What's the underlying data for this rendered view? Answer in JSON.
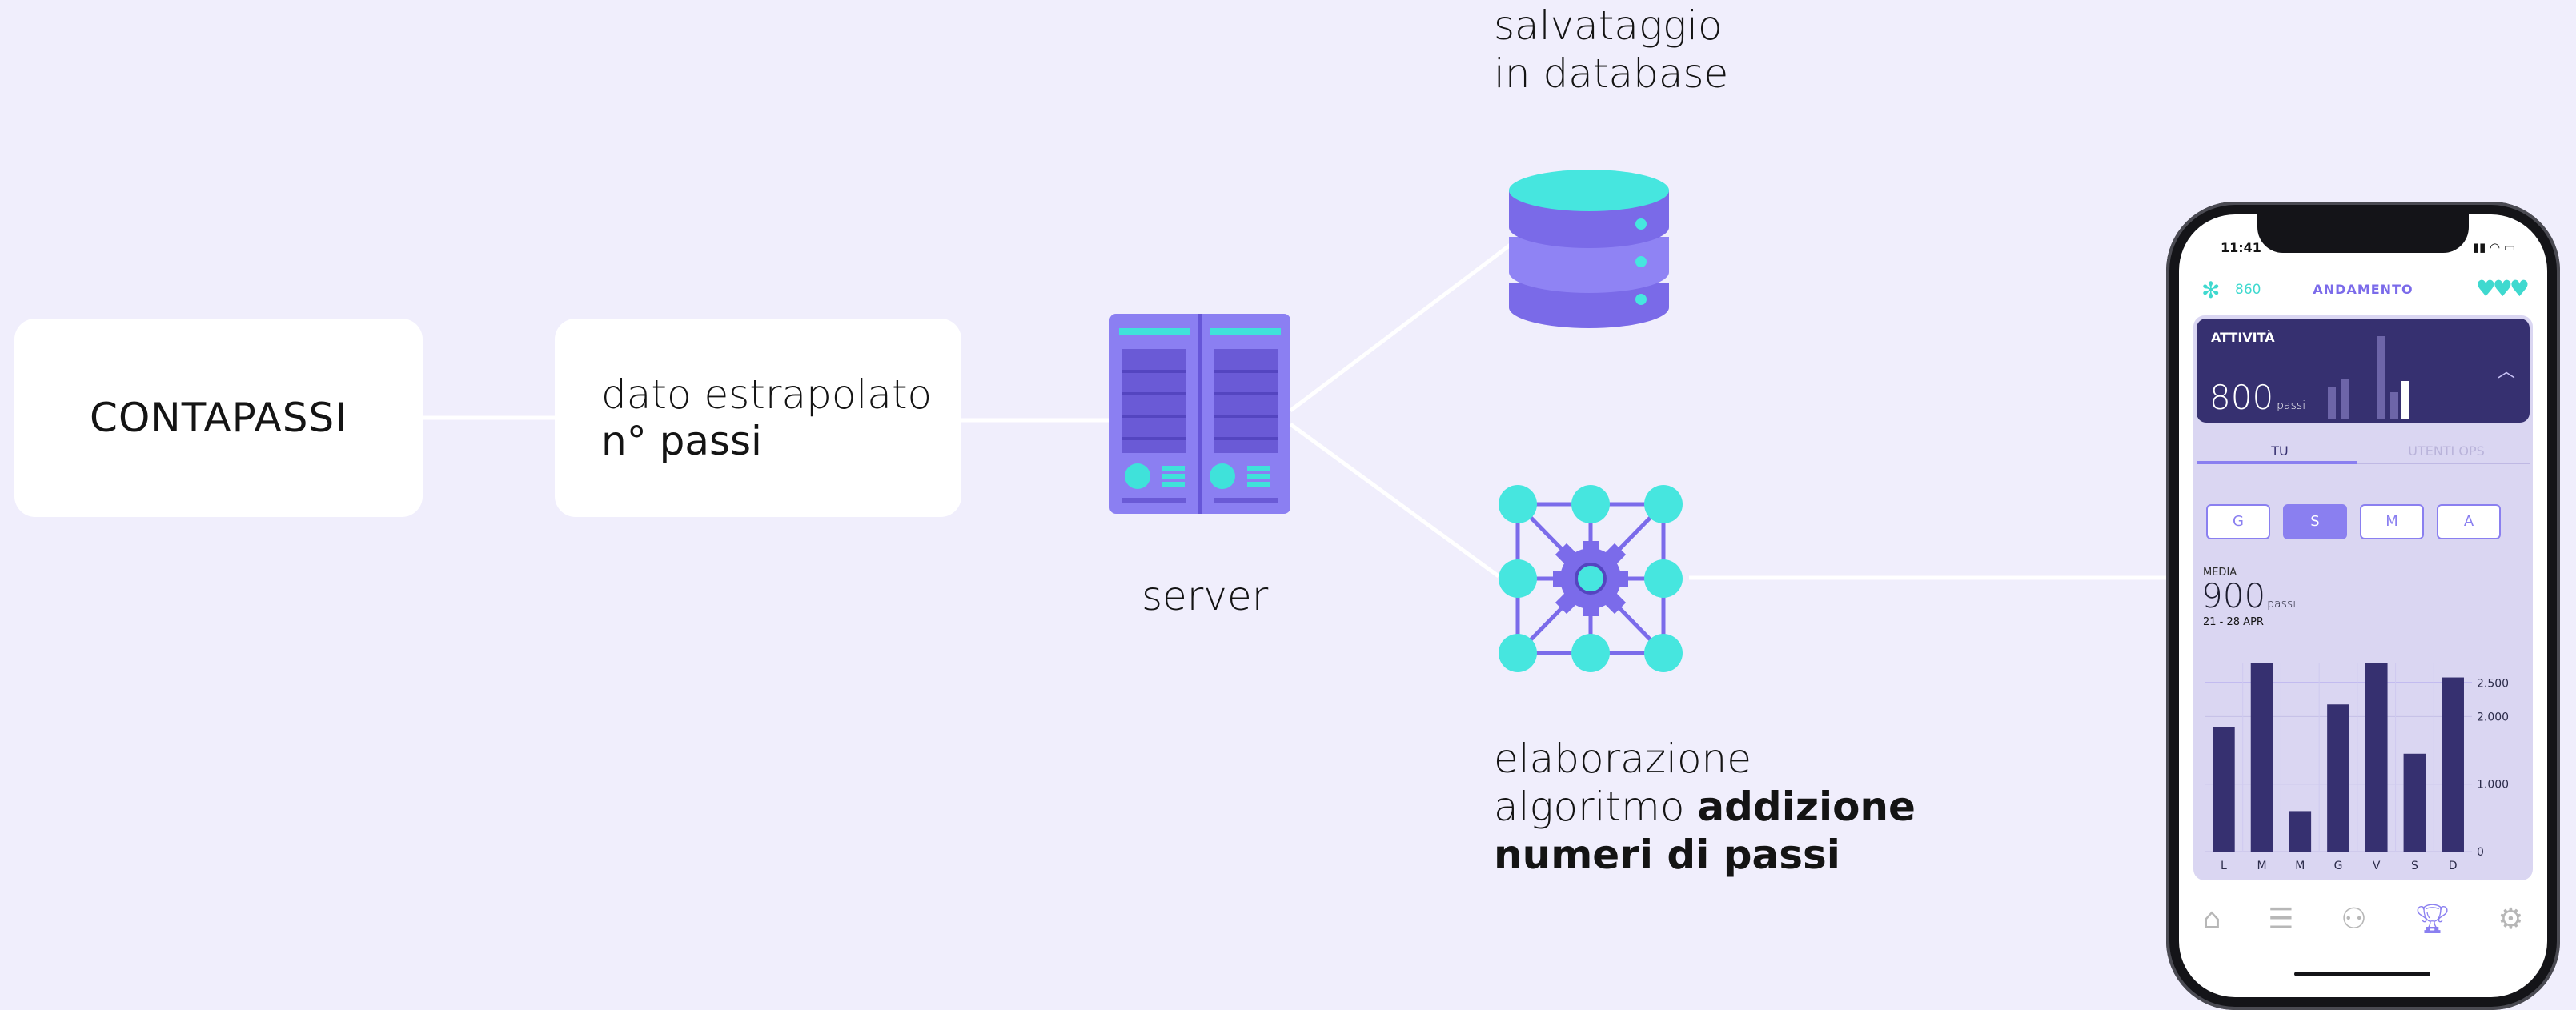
{
  "nodes": {
    "contapassi": "CONTAPASSI",
    "dato_line1": "dato estrapolato",
    "dato_line2": "n° passi",
    "server": "server",
    "db_line1": "salvataggio",
    "db_line2": "in database",
    "algo_line1": "elaborazione",
    "algo_line2_prefix": "algoritmo ",
    "algo_line2_bold": "addizione",
    "algo_line3": "numeri di passi"
  },
  "colors": {
    "background": "#f0eefc",
    "purple": "#7b6bea",
    "dark_purple": "#363070",
    "turquoise": "#3fd9cf"
  },
  "phone": {
    "status_time": "11:41",
    "logo_count": "860",
    "title": "ANDAMENTO",
    "activity_title": "ATTIVITÀ",
    "activity_value": "800",
    "activity_unit": "passi",
    "tabs": [
      "TU",
      "UTENTI OPS"
    ],
    "periods": [
      "G",
      "S",
      "M",
      "A"
    ],
    "selected_period": "S",
    "media_label": "MEDIA",
    "media_value": "900",
    "media_unit": "passi",
    "media_range": "21 - 28 APR",
    "nav_icons": [
      "home-icon",
      "list-icon",
      "people-icon",
      "trophy-icon",
      "gear-icon"
    ]
  },
  "chart_data": {
    "type": "bar",
    "categories": [
      "L",
      "M",
      "M",
      "G",
      "V",
      "S",
      "D"
    ],
    "values": [
      1850,
      2800,
      600,
      2180,
      2800,
      1450,
      2580
    ],
    "yticks": [
      "0",
      "1.000",
      "2.000",
      "2.500"
    ],
    "ytick_values": [
      0,
      1000,
      2000,
      2500
    ],
    "ylim": [
      0,
      2800
    ]
  }
}
